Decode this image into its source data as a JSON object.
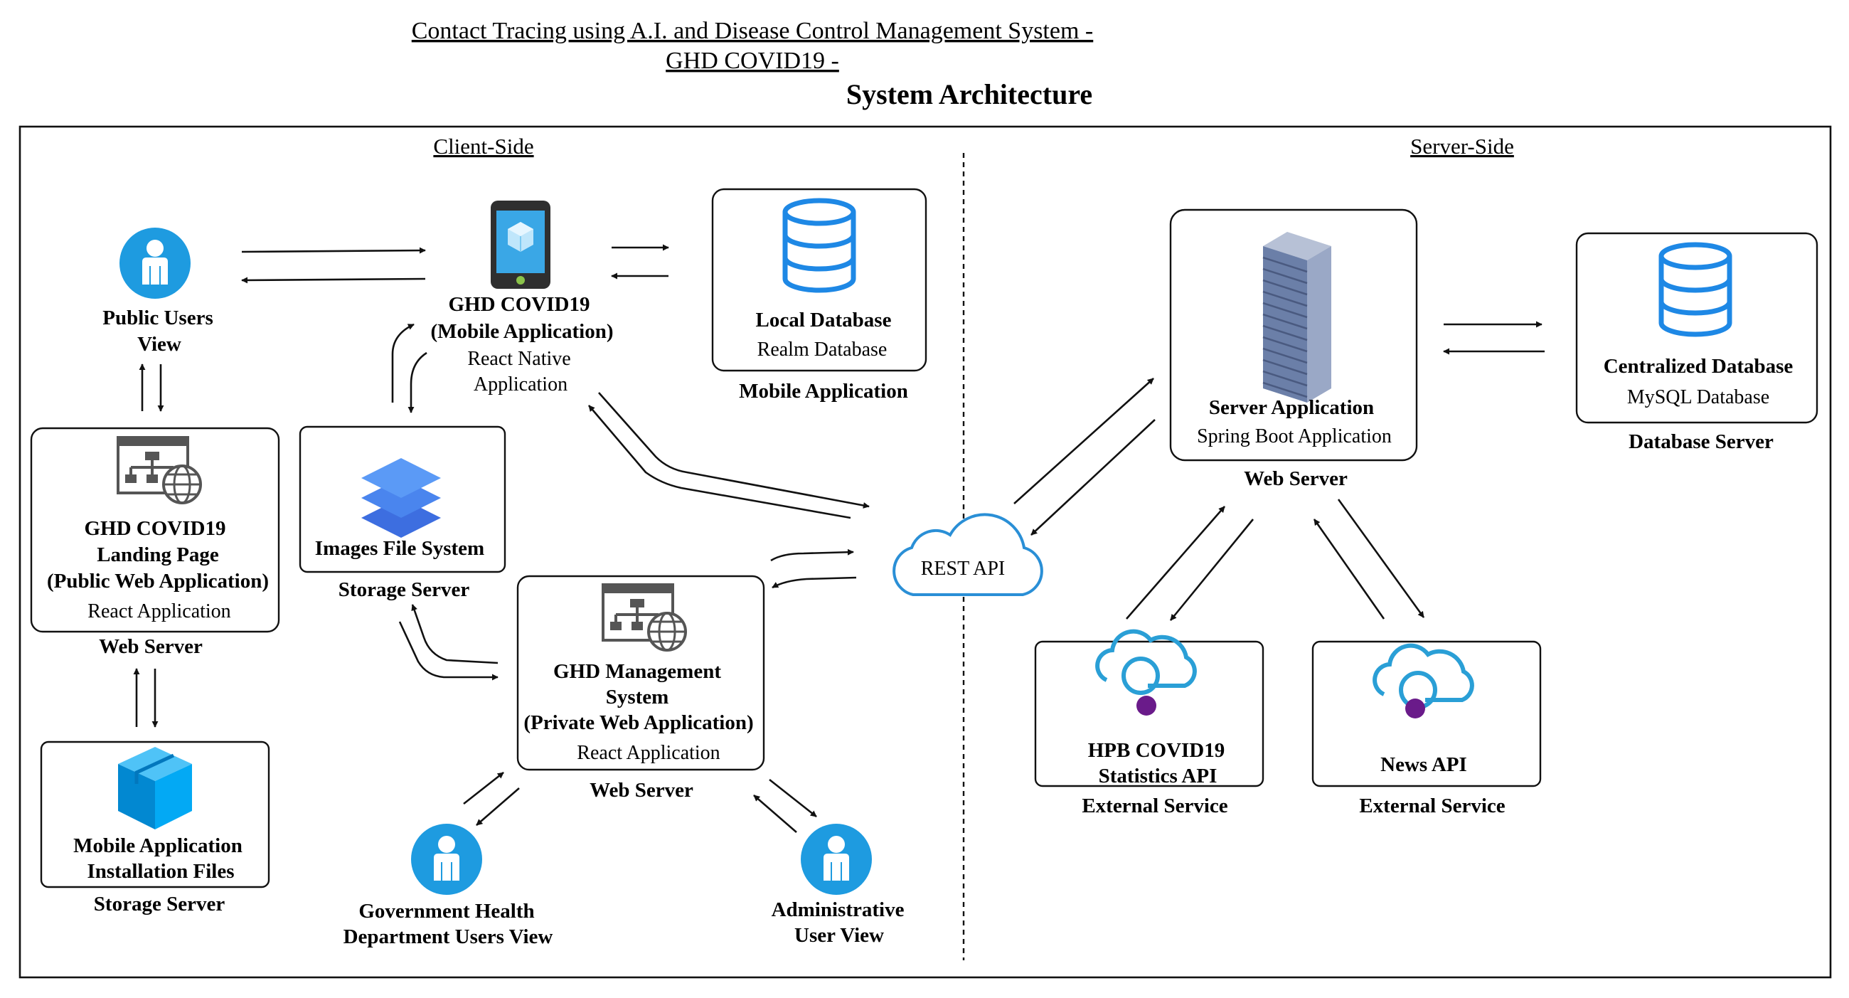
{
  "title": {
    "line1": "Contact Tracing using A.I. and Disease Control Management System -",
    "line2": "GHD COVID19 -",
    "line3": "System Architecture"
  },
  "sections": {
    "client": "Client-Side",
    "server": "Server-Side"
  },
  "public_users": {
    "line1": "Public Users",
    "line2": "View"
  },
  "mobile_app": {
    "line1": "GHD COVID19",
    "line2": "(Mobile Application)",
    "line3": "React Native",
    "line4": "Application"
  },
  "local_db": {
    "title": "Local Database",
    "subtitle": "Realm Database",
    "caption": "Mobile Application"
  },
  "landing": {
    "line1": "GHD COVID19",
    "line2": "Landing Page",
    "line3": "(Public Web Application)",
    "line4": "React Application",
    "caption": "Web Server"
  },
  "images_fs": {
    "title": "Images File System",
    "caption": "Storage Server"
  },
  "install_files": {
    "line1": "Mobile Application",
    "line2": "Installation Files",
    "caption": "Storage Server"
  },
  "management": {
    "line1": "GHD Management",
    "line2": "System",
    "line3": "(Private Web Application)",
    "line4": "React Application",
    "caption": "Web Server"
  },
  "gov_users": {
    "line1": "Government Health",
    "line2": "Department Users View"
  },
  "admin_users": {
    "line1": "Administrative",
    "line2": "User View"
  },
  "rest_api": {
    "label": "REST API"
  },
  "server_app": {
    "title": "Server Application",
    "subtitle": "Spring Boot Application",
    "caption": "Web Server"
  },
  "central_db": {
    "title": "Centralized Database",
    "subtitle": "MySQL Database",
    "caption": "Database Server"
  },
  "hpb_api": {
    "line1": "HPB COVID19",
    "line2": "Statistics API",
    "caption": "External Service"
  },
  "news_api": {
    "title": "News API",
    "caption": "External Service"
  },
  "colors": {
    "accent_blue": "#1e9be0",
    "layer_blue": "#3d7fe8",
    "cloud_blue": "#2a8fd6",
    "api_purple": "#6a1b8a",
    "server_gray": "#6b7fa8"
  },
  "icons": [
    "user-icon",
    "phone-icon",
    "database-icon",
    "web-app-icon",
    "layers-icon",
    "box-icon",
    "cloud-icon",
    "server-rack-icon",
    "cloud-api-icon"
  ]
}
